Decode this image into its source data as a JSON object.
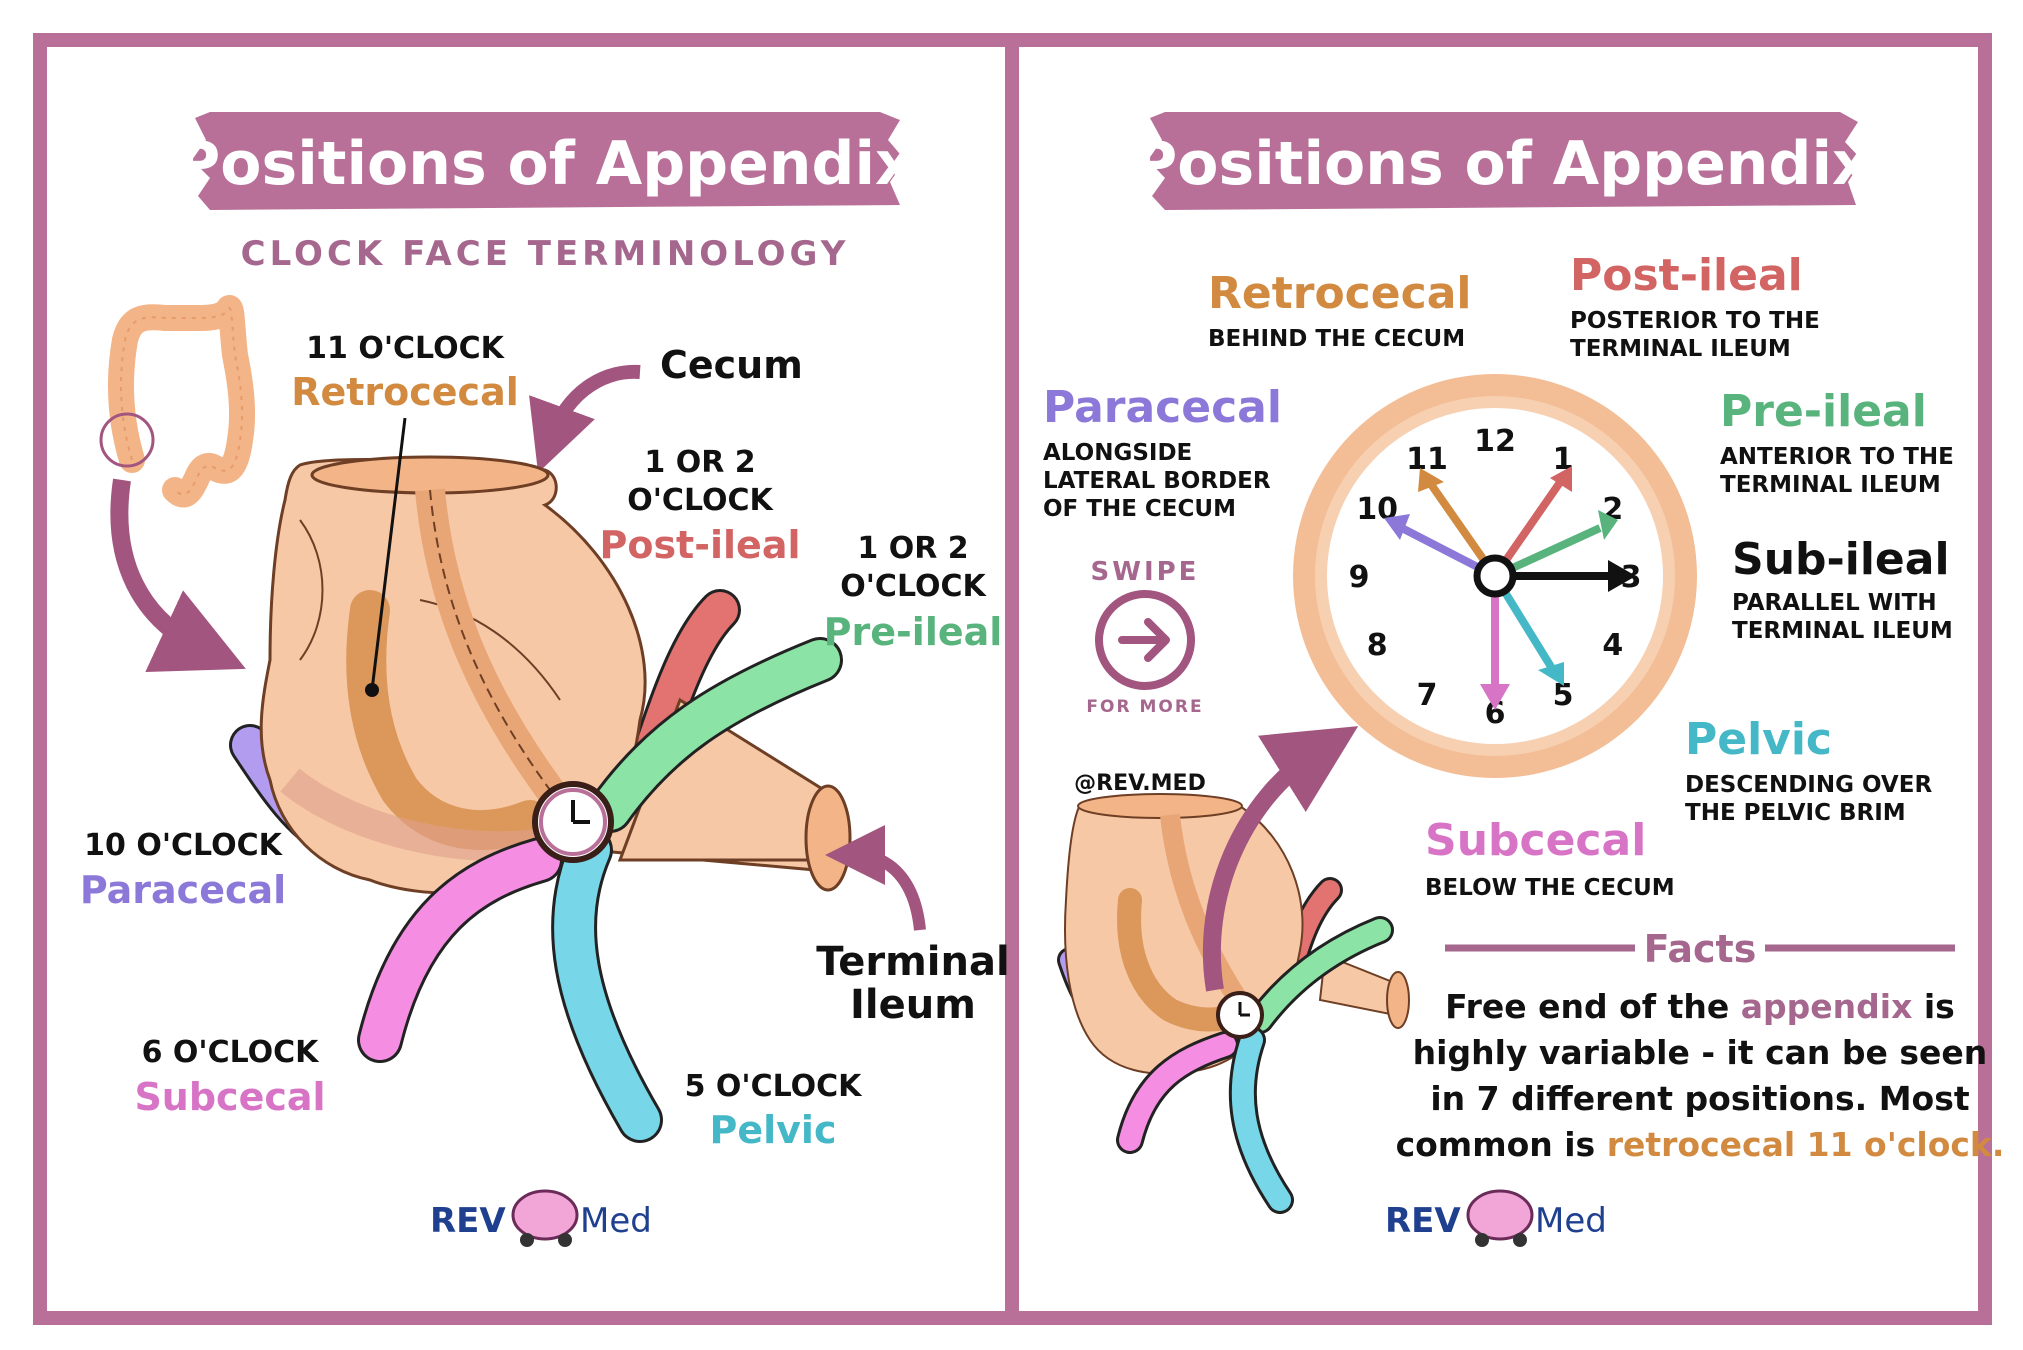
{
  "colors": {
    "frame": "#b87098",
    "banner": "#b87098",
    "subtitle": "#a5678e",
    "retrocecal": "#d18a3f",
    "post_ileal": "#d26464",
    "pre_ileal": "#58b37c",
    "paracecal": "#8c78d8",
    "subcecal": "#d874c6",
    "pelvic": "#45b8c8",
    "sub_ileal": "#111111",
    "cecum": "#f6c8a6",
    "clock_ring": "#f3bd95",
    "brand_blue": "#1f3f8f"
  },
  "left": {
    "title": "Positions of Appendix",
    "subtitle": "CLOCK FACE TERMINOLOGY",
    "cecum_label": "Cecum",
    "terminal_ileum": [
      "Terminal",
      "Ileum"
    ],
    "positions": {
      "retrocecal": {
        "clock": "11 O'CLOCK",
        "name": "Retrocecal"
      },
      "post_ileal": {
        "clock": [
          "1 OR 2",
          "O'CLOCK"
        ],
        "name": "Post-ileal"
      },
      "pre_ileal": {
        "clock": [
          "1 OR 2",
          "O'CLOCK"
        ],
        "name": "Pre-ileal"
      },
      "paracecal": {
        "clock": "10 O'CLOCK",
        "name": "Paracecal"
      },
      "subcecal": {
        "clock": "6 O'CLOCK",
        "name": "Subcecal"
      },
      "pelvic": {
        "clock": "5 O'CLOCK",
        "name": "Pelvic"
      }
    },
    "brand": {
      "rev": "REV",
      "med": "Med"
    }
  },
  "right": {
    "title": "Positions of Appendix",
    "swipe": {
      "top": "SWIPE",
      "bottom": "FOR MORE"
    },
    "handle": "@REV.MED",
    "clock_numbers": [
      "12",
      "1",
      "2",
      "3",
      "4",
      "5",
      "6",
      "7",
      "8",
      "9",
      "10",
      "11"
    ],
    "positions": {
      "retrocecal": {
        "name": "Retrocecal",
        "desc": [
          "BEHIND THE CECUM"
        ]
      },
      "post_ileal": {
        "name": "Post-ileal",
        "desc": [
          "POSTERIOR TO THE",
          "TERMINAL ILEUM"
        ]
      },
      "paracecal": {
        "name": "Paracecal",
        "desc": [
          "ALONGSIDE",
          "LATERAL BORDER",
          "OF THE CECUM"
        ]
      },
      "pre_ileal": {
        "name": "Pre-ileal",
        "desc": [
          "ANTERIOR TO THE",
          "TERMINAL ILEUM"
        ]
      },
      "sub_ileal": {
        "name": "Sub-ileal",
        "desc": [
          "PARALLEL WITH",
          "TERMINAL ILEUM"
        ]
      },
      "pelvic": {
        "name": "Pelvic",
        "desc": [
          "DESCENDING OVER",
          "THE PELVIC BRIM"
        ]
      },
      "subcecal": {
        "name": "Subcecal",
        "desc": [
          "BELOW THE CECUM"
        ]
      }
    },
    "facts": {
      "heading": "Facts",
      "line1_a": "Free end of the ",
      "line1_b": "appendix",
      "line1_c": " is",
      "line2": "highly variable - it can be seen",
      "line3": "in 7 different positions. Most",
      "line4_a": "common is ",
      "line4_b": "retrocecal 11 o'clock."
    },
    "brand": {
      "rev": "REV",
      "med": "Med"
    }
  }
}
